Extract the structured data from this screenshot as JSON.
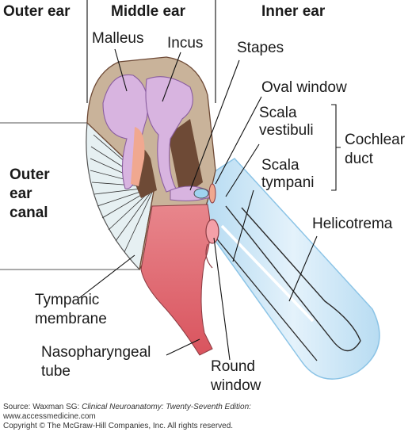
{
  "regions": {
    "outer_ear": "Outer ear",
    "middle_ear": "Middle ear",
    "inner_ear": "Inner ear"
  },
  "labels": {
    "malleus": "Malleus",
    "incus": "Incus",
    "stapes": "Stapes",
    "oval_window": "Oval window",
    "scala_vestibuli_1": "Scala",
    "scala_vestibuli_2": "vestibuli",
    "cochlear_duct_1": "Cochlear",
    "cochlear_duct_2": "duct",
    "scala_tympani_1": "Scala",
    "scala_tympani_2": "tympani",
    "helicotrema": "Helicotrema",
    "outer_ear_canal_1": "Outer",
    "outer_ear_canal_2": "ear",
    "outer_ear_canal_3": "canal",
    "tympanic_membrane_1": "Tympanic",
    "tympanic_membrane_2": "membrane",
    "nasopharyngeal_tube_1": "Nasopharyngeal",
    "nasopharyngeal_tube_2": "tube",
    "round_window_1": "Round",
    "round_window_2": "window"
  },
  "source": {
    "prefix": "Source: Waxman SG: ",
    "title": "Clinical Neuroanatomy: Twenty-Seventh Edition:",
    "website": "www.accessmedicine.com",
    "copyright": "Copyright © The McGraw-Hill Companies, Inc. All rights reserved."
  },
  "colors": {
    "tan": "#c9b39a",
    "lavender": "#d8b4e0",
    "lavender_dark": "#b48ac4",
    "pink": "#e07a82",
    "salmon": "#f0a890",
    "light_blue": "#c9e4f4",
    "blue_edge": "#8cc4e6",
    "dark_brown": "#6e4a36",
    "membrane": "#e6f0f2"
  }
}
